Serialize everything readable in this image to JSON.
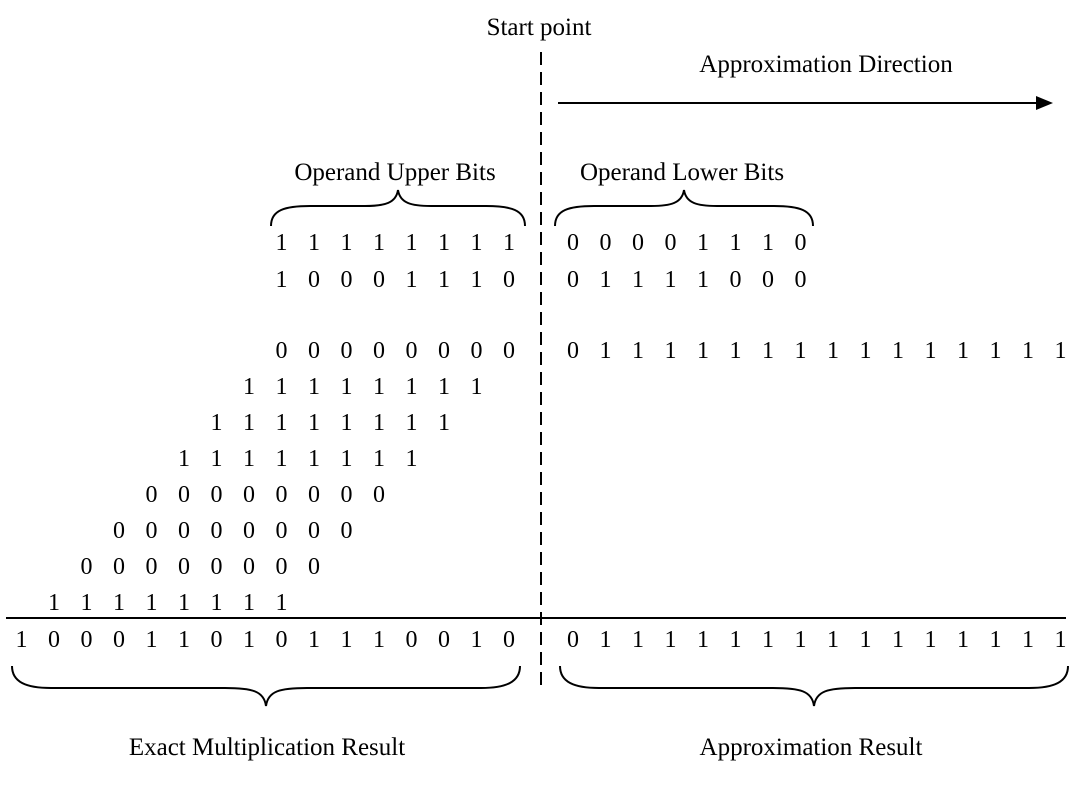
{
  "labels": {
    "start_point": "Start point",
    "approximation_direction": "Approximation Direction",
    "operand_upper_bits": "Operand Upper Bits",
    "operand_lower_bits": "Operand Lower Bits",
    "exact_result": "Exact Multiplication Result",
    "approximation_result": "Approximation Result"
  },
  "operands": {
    "upper": [
      [
        "1",
        "1",
        "1",
        "1",
        "1",
        "1",
        "1",
        "1"
      ],
      [
        "1",
        "0",
        "0",
        "0",
        "1",
        "1",
        "1",
        "0"
      ]
    ],
    "lower": [
      [
        "0",
        "0",
        "0",
        "0",
        "1",
        "1",
        "1",
        "0"
      ],
      [
        "0",
        "1",
        "1",
        "1",
        "1",
        "0",
        "0",
        "0"
      ]
    ]
  },
  "partial_products": [
    [
      "0",
      "0",
      "0",
      "0",
      "0",
      "0",
      "0",
      "0"
    ],
    [
      "1",
      "1",
      "1",
      "1",
      "1",
      "1",
      "1",
      "1"
    ],
    [
      "1",
      "1",
      "1",
      "1",
      "1",
      "1",
      "1",
      "1"
    ],
    [
      "1",
      "1",
      "1",
      "1",
      "1",
      "1",
      "1",
      "1"
    ],
    [
      "0",
      "0",
      "0",
      "0",
      "0",
      "0",
      "0",
      "0"
    ],
    [
      "0",
      "0",
      "0",
      "0",
      "0",
      "0",
      "0",
      "0"
    ],
    [
      "0",
      "0",
      "0",
      "0",
      "0",
      "0",
      "0",
      "0"
    ],
    [
      "1",
      "1",
      "1",
      "1",
      "1",
      "1",
      "1",
      "1"
    ]
  ],
  "approximation_row": [
    "0",
    "1",
    "1",
    "1",
    "1",
    "1",
    "1",
    "1",
    "1",
    "1",
    "1",
    "1",
    "1",
    "1",
    "1",
    "1"
  ],
  "exact_result_bits": [
    "1",
    "0",
    "0",
    "0",
    "1",
    "1",
    "0",
    "1",
    "0",
    "1",
    "1",
    "1",
    "0",
    "0",
    "1",
    "0"
  ],
  "approximation_result_bits": [
    "0",
    "1",
    "1",
    "1",
    "1",
    "1",
    "1",
    "1",
    "1",
    "1",
    "1",
    "1",
    "1",
    "1",
    "1",
    "1"
  ]
}
